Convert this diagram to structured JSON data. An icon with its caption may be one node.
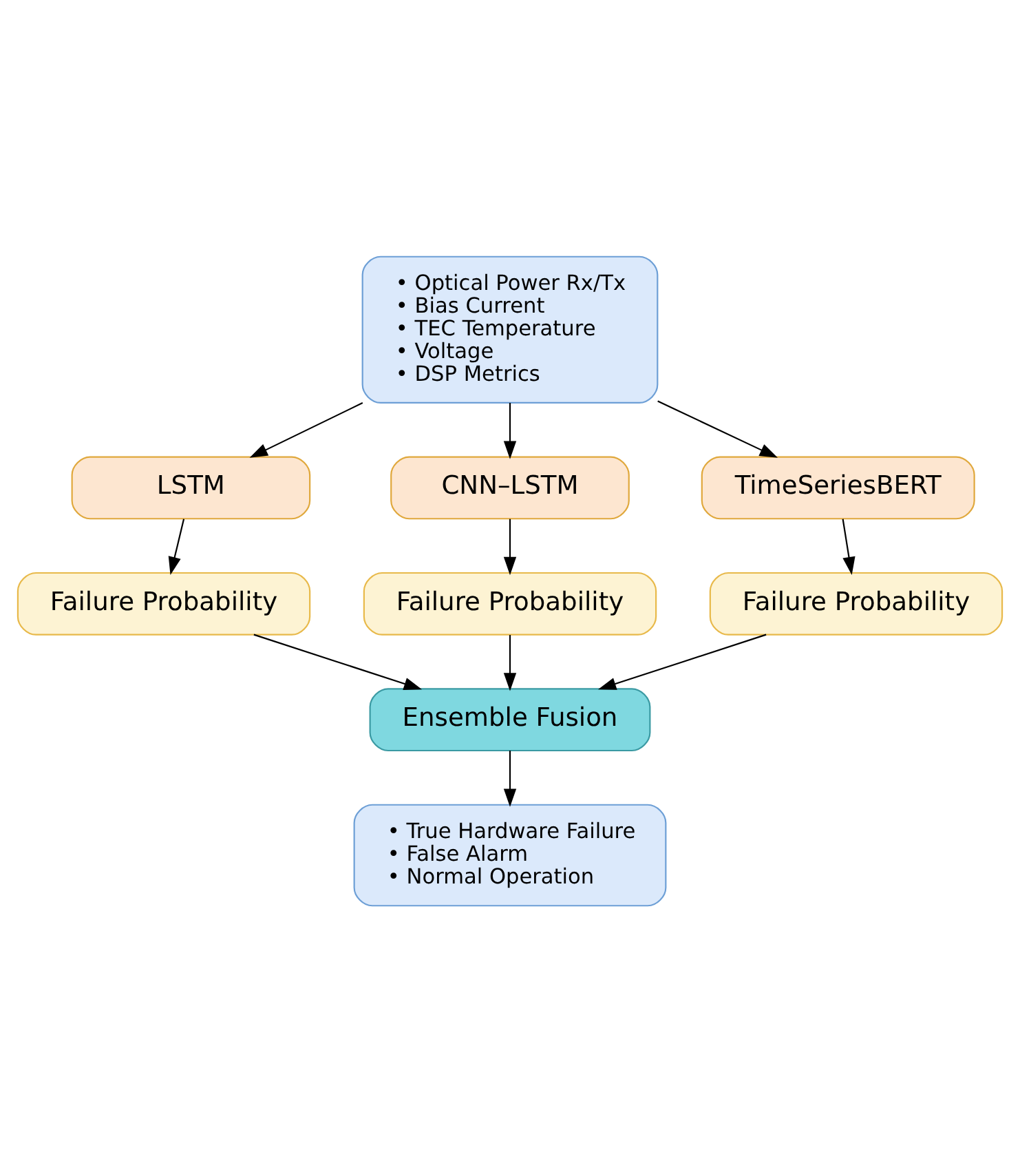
{
  "diagram": {
    "nodes": [
      {
        "text": [
          "• Optical Power Rx/Tx",
          "• Bias Current",
          "• TEC Temperature",
          "• Voltage",
          "• DSP Metrics"
        ]
      },
      {
        "text": [
          "LSTM"
        ]
      },
      {
        "text": [
          "CNN–LSTM"
        ]
      },
      {
        "text": [
          "TimeSeriesBERT"
        ]
      },
      {
        "text": [
          "Failure Probability"
        ]
      },
      {
        "text": [
          "Failure Probability"
        ]
      },
      {
        "text": [
          "Failure Probability"
        ]
      },
      {
        "text": [
          "Ensemble Fusion"
        ]
      },
      {
        "text": [
          "• True Hardware Failure",
          "• False Alarm",
          "• Normal Operation"
        ]
      }
    ],
    "edges": [
      {
        "from": 0,
        "to": 1,
        "arrow": "to"
      },
      {
        "from": 0,
        "to": 2,
        "arrow": "to"
      },
      {
        "from": 0,
        "to": 3,
        "arrow": "to"
      },
      {
        "from": 1,
        "to": 4,
        "arrow": "to"
      },
      {
        "from": 2,
        "to": 5,
        "arrow": "to"
      },
      {
        "from": 3,
        "to": 6,
        "arrow": "to"
      },
      {
        "from": 4,
        "to": 7,
        "arrow": "to"
      },
      {
        "from": 5,
        "to": 7,
        "arrow": "to"
      },
      {
        "from": 6,
        "to": 7,
        "arrow": "to"
      },
      {
        "from": 7,
        "to": 8,
        "arrow": "to"
      }
    ]
  }
}
